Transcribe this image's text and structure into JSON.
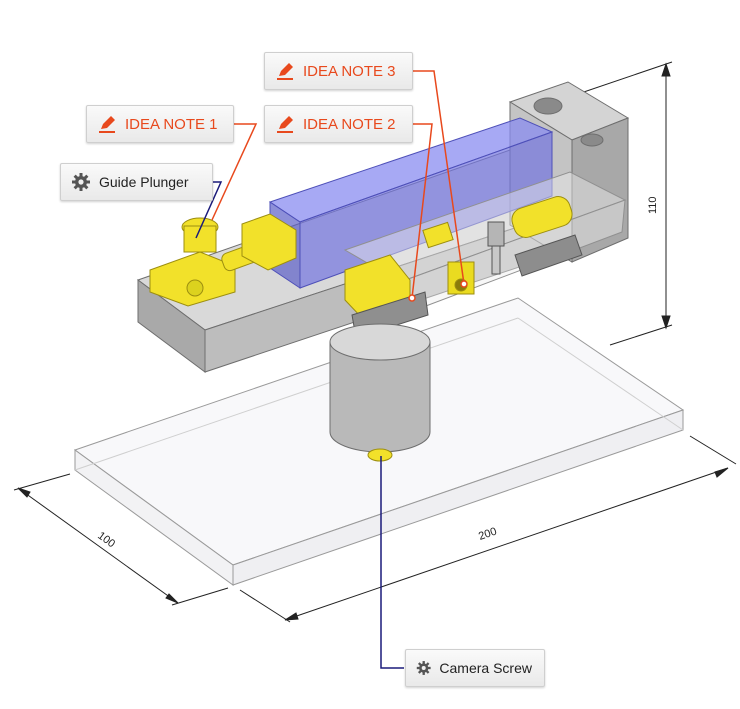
{
  "callouts": {
    "idea_note_1": {
      "label": "IDEA NOTE 1",
      "icon": "pencil-icon"
    },
    "idea_note_2": {
      "label": "IDEA NOTE 2",
      "icon": "pencil-icon"
    },
    "idea_note_3": {
      "label": "IDEA NOTE 3",
      "icon": "pencil-icon"
    },
    "guide_plunger": {
      "label": "Guide Plunger",
      "icon": "gear-icon"
    },
    "camera_screw": {
      "label": "Camera Screw",
      "icon": "gear-icon"
    }
  },
  "dimensions": {
    "width": "200",
    "depth": "100",
    "height": "110"
  },
  "colors": {
    "note_accent": "#e8491d",
    "part_leader": "#1a1a7a",
    "yellow_parts": "#f2e12a",
    "blue_cover": "#7a7de8",
    "gray_body": "#c8c8c8"
  }
}
